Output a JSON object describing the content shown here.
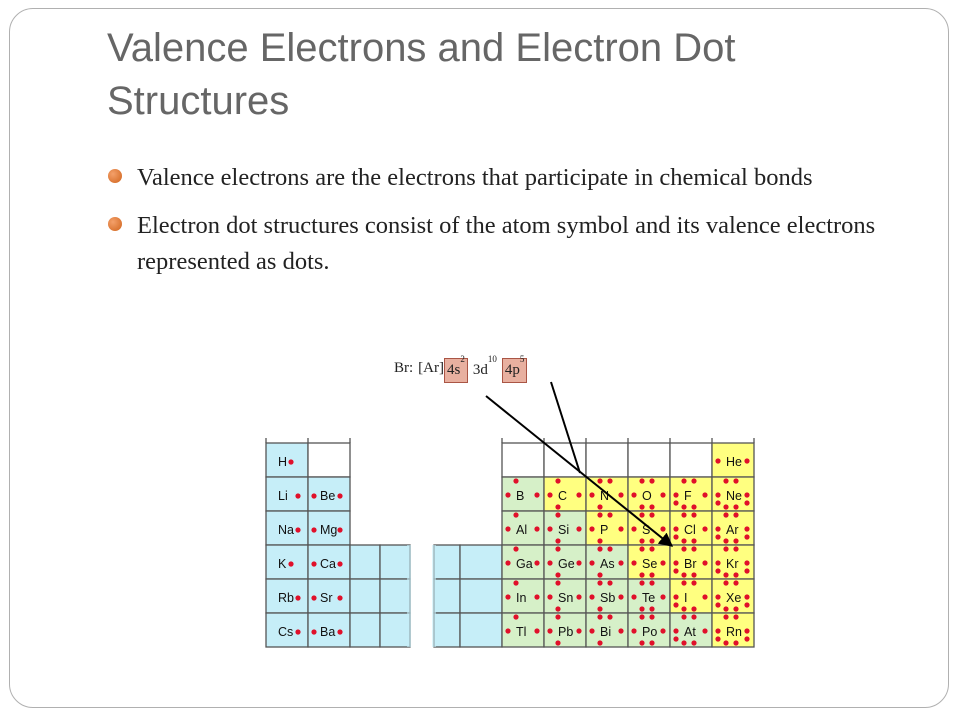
{
  "slide": {
    "title": "Valence Electrons and Electron Dot Structures",
    "bullets": [
      "Valence electrons are the electrons that participate in chemical bonds",
      "Electron dot structures consist of the atom symbol and its valence electrons represented as dots."
    ]
  },
  "config": {
    "element_label": "Br:",
    "core": "[Ar]",
    "orbitals": [
      {
        "label": "4s",
        "exp": "2",
        "highlight": true
      },
      {
        "label": "3d",
        "exp": "10",
        "highlight": false
      },
      {
        "label": "4p",
        "exp": "5",
        "highlight": true
      }
    ]
  },
  "periodic_table": {
    "colors": {
      "blue": "#c6eef8",
      "green": "#d6f0c8",
      "yellow": "#ffff80",
      "dot": "#e0102a",
      "grid": "#555555"
    },
    "left_block": [
      [
        "H",
        null
      ],
      [
        "Li",
        "Be"
      ],
      [
        "Na",
        "Mg"
      ],
      [
        "K",
        "Ca"
      ],
      [
        "Rb",
        "Sr"
      ],
      [
        "Cs",
        "Ba"
      ]
    ],
    "right_block": [
      [
        null,
        null,
        null,
        null,
        null,
        "He"
      ],
      [
        "B",
        "C",
        "N",
        "O",
        "F",
        "Ne"
      ],
      [
        "Al",
        "Si",
        "P",
        "S",
        "Cl",
        "Ar"
      ],
      [
        "Ga",
        "Ge",
        "As",
        "Se",
        "Br",
        "Kr"
      ],
      [
        "In",
        "Sn",
        "Sb",
        "Te",
        "I",
        "Xe"
      ],
      [
        "Tl",
        "Pb",
        "Bi",
        "Po",
        "At",
        "Rn"
      ]
    ],
    "left_dots": [
      1,
      2
    ],
    "right_dots": [
      3,
      4,
      5,
      6,
      7,
      8
    ],
    "helium_dots": 2,
    "right_colors": [
      [
        "none",
        "none",
        "none",
        "none",
        "none",
        "yellow"
      ],
      [
        "green",
        "yellow",
        "yellow",
        "yellow",
        "yellow",
        "yellow"
      ],
      [
        "green",
        "green",
        "yellow",
        "yellow",
        "yellow",
        "yellow"
      ],
      [
        "green",
        "green",
        "green",
        "yellow",
        "yellow",
        "yellow"
      ],
      [
        "green",
        "green",
        "green",
        "green",
        "yellow",
        "yellow"
      ],
      [
        "green",
        "green",
        "green",
        "green",
        "green",
        "yellow"
      ]
    ]
  }
}
